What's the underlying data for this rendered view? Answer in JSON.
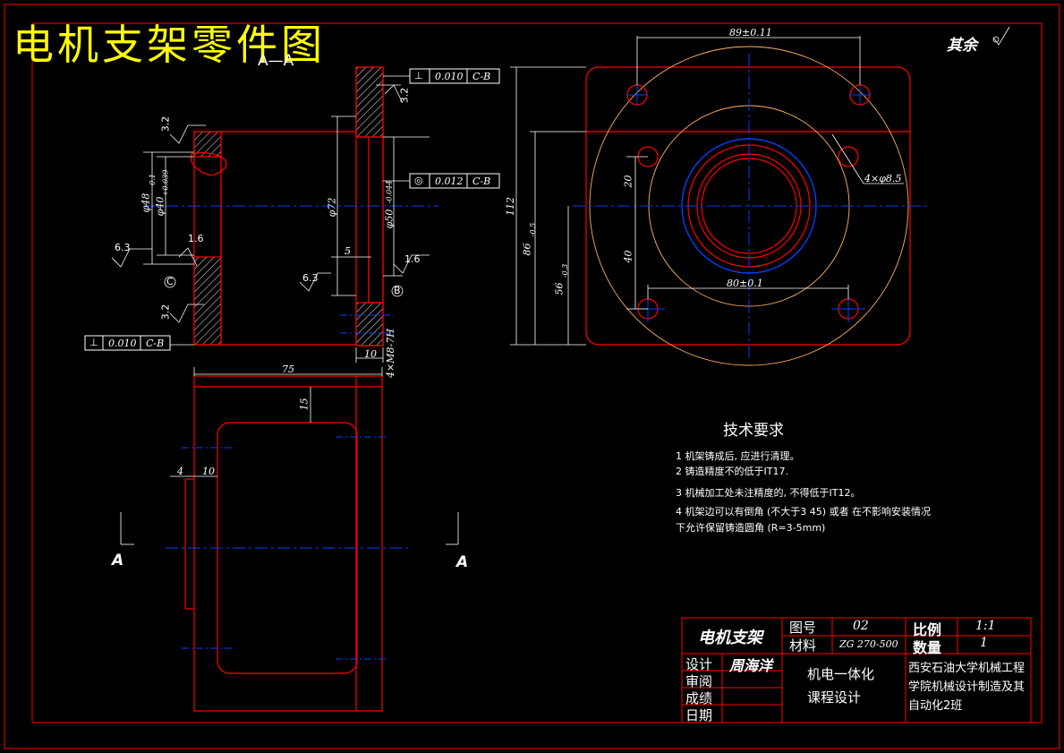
{
  "drawing_title": "电机支架零件图",
  "section_label": "A—A",
  "section_marker": "A",
  "roughness_note": "其余",
  "tolerance_frames": [
    {
      "symbol": "⊥",
      "value": "0.010",
      "datum": "C-B"
    },
    {
      "symbol": "◎",
      "value": "0.012",
      "datum": "C-B"
    },
    {
      "symbol": "⊥",
      "value": "0.010",
      "datum": "C-B"
    }
  ],
  "datums": {
    "b": "B",
    "c": "C"
  },
  "roughness_values": {
    "r32": "3.2",
    "r63": "6.3",
    "r16": "1.6"
  },
  "dimensions": {
    "d48": "φ48",
    "d48_tol": "0.1",
    "d40": "φ40",
    "d40_tol": "+0.039",
    "d72": "φ72",
    "d50": "φ50",
    "d50_tol": "-0.044",
    "five": "5",
    "ten": "10",
    "thread": "4×M8-7H",
    "width75": "75",
    "top15": "15",
    "four": "4",
    "ten_b": "10",
    "span89": "89±0.11",
    "span80": "80±0.1",
    "holes": "4×φ8.5",
    "h112": "112",
    "h86": "86",
    "h86_tol": "-0.5",
    "h56": "56",
    "h56_tol": "-0.3",
    "v20": "20",
    "v40": "40"
  },
  "tech_requirements": {
    "heading": "技术要求",
    "items": [
      "1 机架铸成后, 应进行清理。",
      "2 铸造精度不的低于IT17.",
      "3 机械加工处未注精度的, 不得低于IT12。",
      "4 机架边可以有倒角 (不大于3 45) 或者   在不影响安装情况",
      "下允许保留铸造圆角 (R=3-5mm)"
    ]
  },
  "title_block": {
    "part_name": "电机支架",
    "drawing_no_label": "图号",
    "drawing_no": "02",
    "material_label": "材料",
    "material": "ZG 270-500",
    "scale_label": "比例",
    "scale": "1:1",
    "qty_label": "数量",
    "qty": "1",
    "designer_label": "设计",
    "designer": "周海洋",
    "review_label": "审阅",
    "grade_label": "成绩",
    "date_label": "日期",
    "course_line1": "机电一体化",
    "course_line2": "课程设计",
    "school_line1": "西安石油大学机械工程",
    "school_line2": "学院机械设计制造及其",
    "school_line3": "自动化2班"
  },
  "colors": {
    "background": "#000000",
    "outline": "#ff0000",
    "lines": "#ffffff",
    "centerline": "#0040ff",
    "title": "#ffff00",
    "arc": "#ffb060"
  }
}
